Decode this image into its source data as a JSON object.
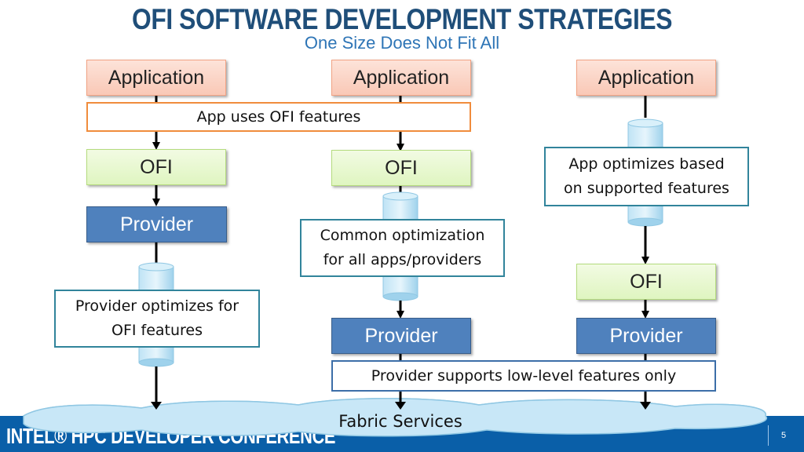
{
  "title": "OFI SOFTWARE DEVELOPMENT STRATEGIES",
  "subtitle": "One Size Does Not Fit All",
  "columns": [
    {
      "application": "Application",
      "ofi": "OFI",
      "provider": "Provider",
      "note": "Provider optimizes for OFI features"
    },
    {
      "application": "Application",
      "ofi": "OFI",
      "provider": "Provider",
      "note": "Common optimization for all apps/providers"
    },
    {
      "application": "Application",
      "ofi": "OFI",
      "provider": "Provider",
      "note": "App optimizes based on supported features"
    }
  ],
  "notes": {
    "app_uses": "App uses OFI features",
    "provider_supports": "Provider supports low-level features only",
    "col1_line1": "Provider optimizes for",
    "col1_line2": "OFI features",
    "col2_line1": "Common optimization",
    "col2_line2": "for all apps/providers",
    "col3_line1": "App optimizes based",
    "col3_line2": "on supported features"
  },
  "fabric": "Fabric Services",
  "footer": {
    "brand": "INTEL® HPC DEVELOPER CONFERENCE",
    "page": "5"
  },
  "colors": {
    "title": "#1f4e79",
    "subtitle": "#2e75b6",
    "provider": "#4f81bd",
    "footer": "#0a5fa8",
    "note_border": "#31849b",
    "app_uses_border": "#f08c3c"
  }
}
